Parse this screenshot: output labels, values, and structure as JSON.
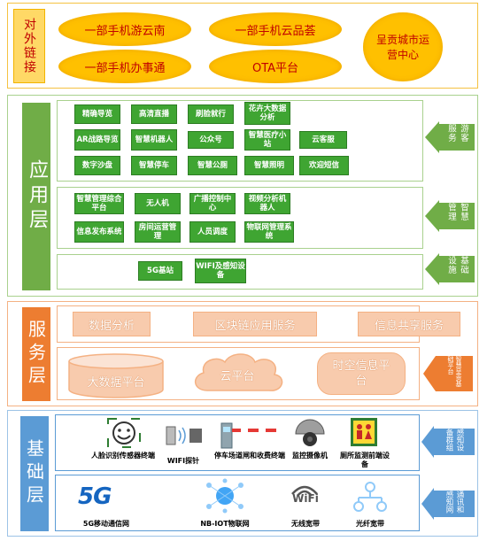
{
  "external": {
    "title": "对外链接",
    "items": [
      "一部手机游云南",
      "一部手机云品荟",
      "一部手机办事通",
      "OTA平台"
    ],
    "center": "呈贡城市运营中心"
  },
  "app_layer": {
    "title": "应用层",
    "tourist": {
      "label": "游客服务",
      "items": [
        "精确导览",
        "高清直播",
        "刷脸就行",
        "花卉大数据分析",
        "AR战路导览",
        "智慧机器人",
        "公众号",
        "智慧医疗小站",
        "云客服",
        "数字沙盘",
        "智慧停车",
        "智慧公厕",
        "智慧照明",
        "欢迎短信"
      ]
    },
    "management": {
      "label": "智慧管理",
      "items": [
        "智慧管理综合平台",
        "无人机",
        "广播控制中心",
        "视频分析机器人",
        "信息发布系统",
        "房间运营管理",
        "人员调度",
        "物联网管理系统"
      ]
    },
    "infra": {
      "label": "基础设施",
      "items": [
        "5G基站",
        "WIFI及感知设备"
      ]
    }
  },
  "service_layer": {
    "title": "服务层",
    "top": [
      "数据分析",
      "区块链应用服务",
      "信息共享服务"
    ],
    "bottom": [
      "大数据平台",
      "云平台",
      "时空信息平台"
    ],
    "arrow_label": "智慧呈贡基础平台"
  },
  "base_layer": {
    "title": "基础层",
    "devices": [
      "人脸识别传感器终端",
      "WIFI探针",
      "停车场道闸和收费终端",
      "监控摄像机",
      "厕所监测前端设备"
    ],
    "devices_arrow": "感知设备群组",
    "networks": [
      "5G移动通信网",
      "NB-IOT物联网",
      "无线宽带",
      "光纤宽带"
    ],
    "networks_arrow": "通讯和感知网",
    "wifi_text": "WiFi",
    "fiveg_text": "5G"
  },
  "colors": {
    "external_border": "#f5c242",
    "external_fill": "#ffc000",
    "app_green": "#70ad47",
    "button_green": "#3fa532",
    "service_orange": "#ed7d31",
    "service_light": "#f8cbad",
    "base_blue": "#5b9bd5"
  }
}
